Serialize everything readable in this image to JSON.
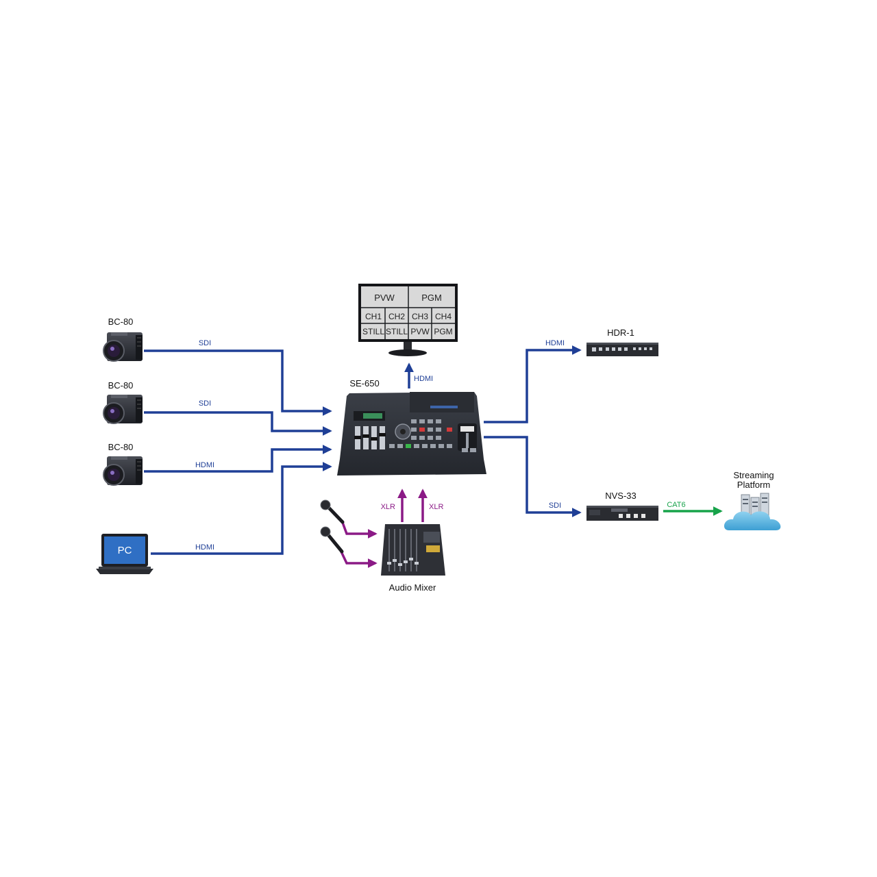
{
  "colors": {
    "video": "#1f3f96",
    "audio": "#8b1a86",
    "network": "#17a34a",
    "device_dark": "#2c2f36",
    "screen_gray": "#d9d9d9",
    "laptop_screen": "#2f6fc4",
    "cloud": "#5cb6e0"
  },
  "devices": {
    "camera_1": "BC-80",
    "camera_2": "BC-80",
    "camera_3": "BC-80",
    "pc": "PC",
    "switcher": "SE-650",
    "recorder": "HDR-1",
    "encoder": "NVS-33",
    "streaming_line1": "Streaming",
    "streaming_line2": "Platform",
    "mixer": "Audio Mixer"
  },
  "multiview": {
    "top": [
      "PVW",
      "PGM"
    ],
    "row2": [
      "CH1",
      "CH2",
      "CH3",
      "CH4"
    ],
    "row3": [
      "STILL",
      "STILL",
      "PVW",
      "PGM"
    ]
  },
  "connections": {
    "cam1": "SDI",
    "cam2": "SDI",
    "cam3": "HDMI",
    "pc": "HDMI",
    "monitor": "HDMI",
    "recorder": "HDMI",
    "encoder": "SDI",
    "stream": "CAT6",
    "xlr_left": "XLR",
    "xlr_right": "XLR"
  },
  "icons": {
    "camera": "camera-icon",
    "laptop": "laptop-icon",
    "monitor": "monitor-icon",
    "switcher": "switcher-icon",
    "recorder": "recorder-icon",
    "encoder": "encoder-icon",
    "cloud": "cloud-server-icon",
    "microphone": "microphone-icon",
    "mixer": "mixer-icon"
  }
}
